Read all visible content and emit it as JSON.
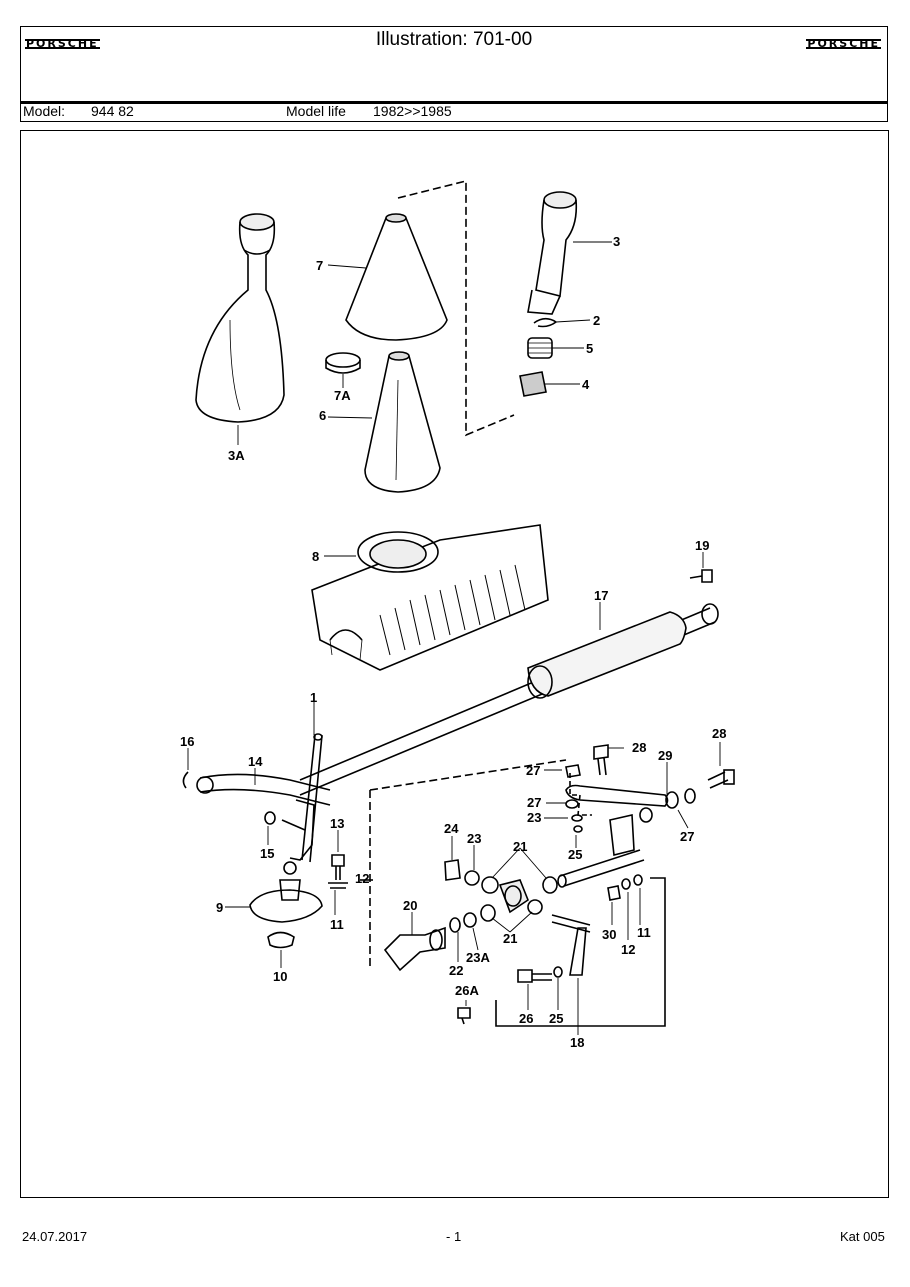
{
  "header": {
    "logo_left": "PORSCHE",
    "logo_right": "PORSCHE",
    "title": "Illustration: 701-00",
    "model_label": "Model:",
    "model_value": "944 82",
    "model_life_label": "Model life",
    "model_life_value": "1982>>1985"
  },
  "callouts": {
    "c1": "1",
    "c2": "2",
    "c3": "3",
    "c3a": "3A",
    "c4": "4",
    "c5": "5",
    "c6": "6",
    "c7": "7",
    "c7a": "7A",
    "c8": "8",
    "c9": "9",
    "c10": "10",
    "c11a": "11",
    "c11b": "11",
    "c12a": "12",
    "c12b": "12",
    "c13": "13",
    "c14": "14",
    "c15": "15",
    "c16": "16",
    "c17": "17",
    "c18": "18",
    "c19": "19",
    "c20": "20",
    "c21a": "21",
    "c21b": "21",
    "c22": "22",
    "c23a": "23",
    "c23b": "23",
    "c23A": "23A",
    "c24": "24",
    "c25a": "25",
    "c25b": "25",
    "c26": "26",
    "c26A": "26A",
    "c27a": "27",
    "c27b": "27",
    "c27c": "27",
    "c28a": "28",
    "c28b": "28",
    "c29": "29",
    "c30": "30"
  },
  "footer": {
    "date": "24.07.2017",
    "page": "- 1",
    "catalog": "Kat 005"
  }
}
